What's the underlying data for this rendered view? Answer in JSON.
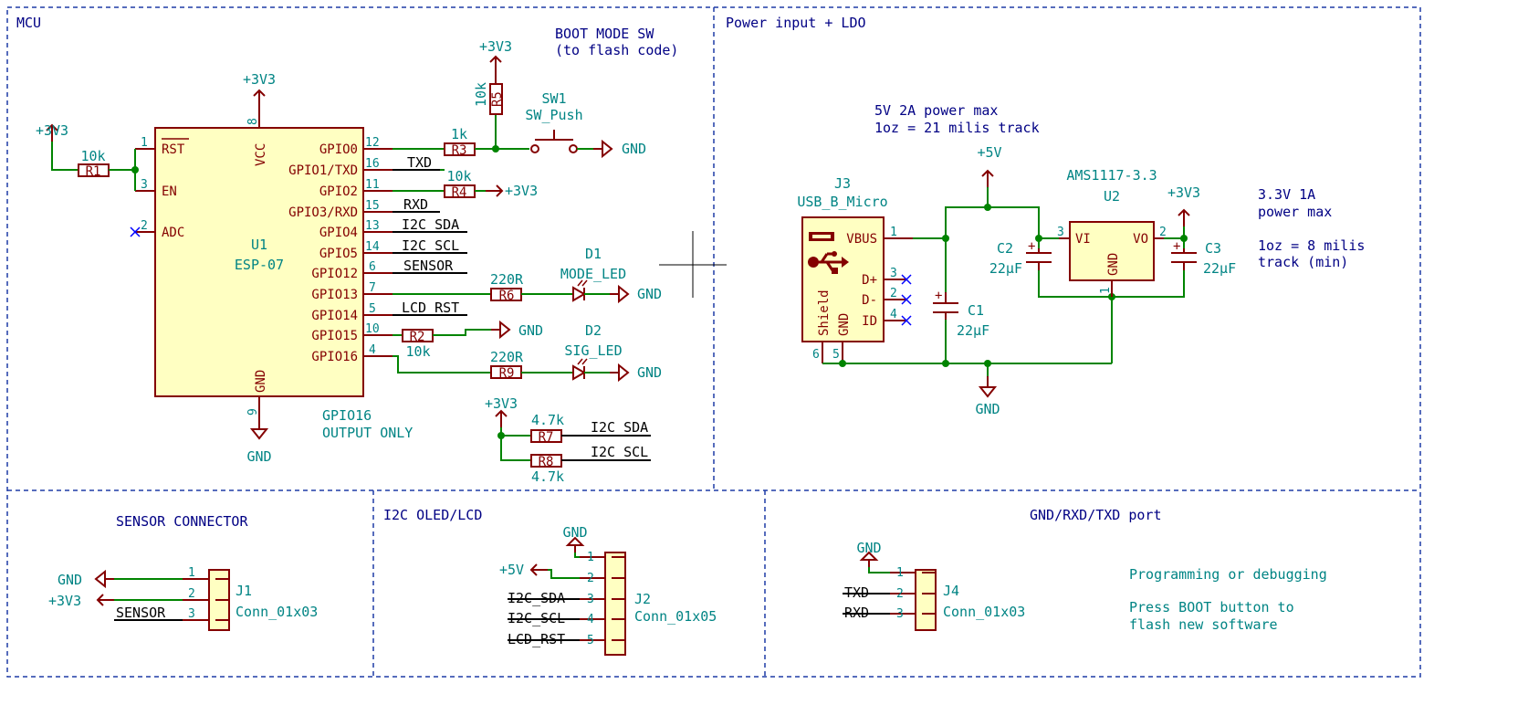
{
  "sections": {
    "mcu": "MCU",
    "power": "Power input + LDO",
    "sensor": "SENSOR CONNECTOR",
    "i2c": "I2C OLED/LCD",
    "uart": "GND/RXD/TXD port"
  },
  "notes": {
    "boot_mode_1": "BOOT MODE SW",
    "boot_mode_2": "(to flash code)",
    "power_max_1": "5V 2A power max",
    "power_max_2": "1oz = 21 milis track",
    "ldo_1": "3.3V 1A",
    "ldo_2": "power max",
    "ldo_3": "1oz = 8 milis",
    "ldo_4": "track (min)",
    "gpio16_1": "GPIO16",
    "gpio16_2": "OUTPUT ONLY",
    "prog_1": "Programming or debugging",
    "prog_2": "Press BOOT button to",
    "prog_3": "flash new software"
  },
  "power_labels": {
    "v33": "+3V3",
    "v5": "+5V",
    "gnd": "GND"
  },
  "u1": {
    "ref": "U1",
    "value": "ESP-07",
    "pins_left": [
      {
        "num": "1",
        "name": "RST"
      },
      {
        "num": "3",
        "name": "EN"
      },
      {
        "num": "2",
        "name": "ADC"
      }
    ],
    "pin_top": {
      "num": "8",
      "name": "VCC"
    },
    "pin_bottom": {
      "num": "9",
      "name": "GND"
    },
    "pins_right": [
      {
        "num": "12",
        "name": "GPIO0"
      },
      {
        "num": "16",
        "name": "GPIO1/TXD"
      },
      {
        "num": "11",
        "name": "GPIO2"
      },
      {
        "num": "15",
        "name": "GPIO3/RXD"
      },
      {
        "num": "13",
        "name": "GPIO4"
      },
      {
        "num": "14",
        "name": "GPIO5"
      },
      {
        "num": "6",
        "name": "GPIO12"
      },
      {
        "num": "7",
        "name": "GPIO13"
      },
      {
        "num": "5",
        "name": "GPIO14"
      },
      {
        "num": "10",
        "name": "GPIO15"
      },
      {
        "num": "4",
        "name": "GPIO16"
      }
    ]
  },
  "nets": {
    "txd": "TXD",
    "rxd": "RXD",
    "i2c_sda": "I2C_SDA",
    "i2c_scl": "I2C_SCL",
    "sensor": "SENSOR",
    "lcd_rst": "LCD_RST"
  },
  "resistors": {
    "r1": {
      "ref": "R1",
      "value": "10k"
    },
    "r2": {
      "ref": "R2",
      "value": "10k"
    },
    "r3": {
      "ref": "R3",
      "value": "1k"
    },
    "r4": {
      "ref": "R4",
      "value": "10k"
    },
    "r5": {
      "ref": "R5",
      "value": "10k"
    },
    "r6": {
      "ref": "R6",
      "value": "220R"
    },
    "r7": {
      "ref": "R7",
      "value": "4.7k"
    },
    "r8": {
      "ref": "R8",
      "value": "4.7k"
    },
    "r9": {
      "ref": "R9",
      "value": "220R"
    }
  },
  "sw1": {
    "ref": "SW1",
    "value": "SW_Push"
  },
  "d1": {
    "ref": "D1",
    "value": "MODE_LED"
  },
  "d2": {
    "ref": "D2",
    "value": "SIG_LED"
  },
  "j3": {
    "ref": "J3",
    "value": "USB_B_Micro",
    "pins": [
      {
        "num": "1",
        "name": "VBUS"
      },
      {
        "num": "3",
        "name": "D+"
      },
      {
        "num": "2",
        "name": "D-"
      },
      {
        "num": "4",
        "name": "ID"
      }
    ],
    "shield": "Shield",
    "gnd": "GND",
    "shield_num": "6",
    "gnd_num": "5"
  },
  "u2": {
    "ref": "U2",
    "value": "AMS1117-3.3",
    "vi": "VI",
    "vo": "VO",
    "gnd": "GND",
    "vi_num": "3",
    "vo_num": "2",
    "gnd_num": "1"
  },
  "caps": {
    "c1": {
      "ref": "C1",
      "value": "22µF"
    },
    "c2": {
      "ref": "C2",
      "value": "22µF"
    },
    "c3": {
      "ref": "C3",
      "value": "22µF"
    }
  },
  "j1": {
    "ref": "J1",
    "value": "Conn_01x03",
    "pins": [
      "1",
      "2",
      "3"
    ]
  },
  "j2": {
    "ref": "J2",
    "value": "Conn_01x05",
    "pins": [
      "1",
      "2",
      "3",
      "4",
      "5"
    ]
  },
  "j4": {
    "ref": "J4",
    "value": "Conn_01x03",
    "pins": [
      "1",
      "2",
      "3"
    ]
  }
}
